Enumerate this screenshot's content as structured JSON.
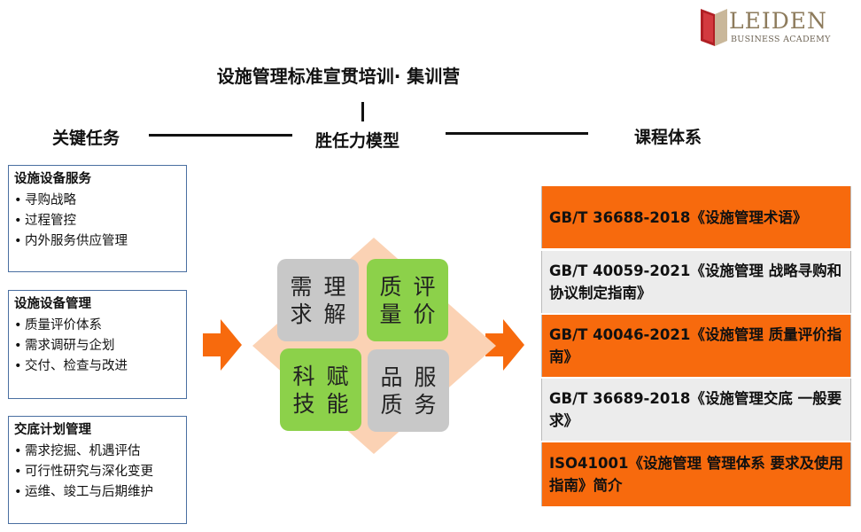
{
  "brand": {
    "name": "LEIDEN",
    "sub": "BUSINESS ACADEMY",
    "mark_color": "#b01f24",
    "text_color": "#8d7b5c"
  },
  "title": "设施管理标准宣贯培训· 集训营",
  "headings": {
    "left": "关键任务",
    "center": "胜任力模型",
    "right": "课程体系"
  },
  "key_tasks": [
    {
      "title": "设施设备服务",
      "items": [
        "寻购战略",
        "过程管控",
        "内外服务供应管理"
      ]
    },
    {
      "title": "设施设备管理",
      "items": [
        "质量评价体系",
        "需求调研与企划",
        "交付、检查与改进"
      ]
    },
    {
      "title": "交底计划管理",
      "items": [
        "需求挖掘、机遇评估",
        "可行性研究与深化变更",
        "运维、竣工与后期维护"
      ]
    }
  ],
  "bullet": "•",
  "competency_model": {
    "cells": [
      {
        "text": "需求理解",
        "line1": "需求",
        "line2": "理解",
        "color": "gray"
      },
      {
        "text": "质量评价",
        "line1": "质量",
        "line2": "评价",
        "color": "green"
      },
      {
        "text": "科技赋能",
        "line1": "科技",
        "line2": "赋能",
        "color": "green"
      },
      {
        "text": "品质服务",
        "line1": "品质",
        "line2": "服务",
        "color": "gray"
      }
    ],
    "diamond_color": "#fbd2b4",
    "arrow_color": "#f76a0d"
  },
  "courses": [
    {
      "label": "GB/T 36688-2018《设施管理术语》",
      "style": "orange"
    },
    {
      "label": "GB/T  40059-2021《设施管理  战略寻购和协议制定指南》",
      "style": "light"
    },
    {
      "label": "GB/T  40046-2021《设施管理  质量评价指南》",
      "style": "orange"
    },
    {
      "label": "GB/T  36689-2018《设施管理交底  一般要求》",
      "style": "light"
    },
    {
      "label": "ISO41001《设施管理 管理体系  要求及使用指南》简介",
      "style": "orange"
    }
  ]
}
